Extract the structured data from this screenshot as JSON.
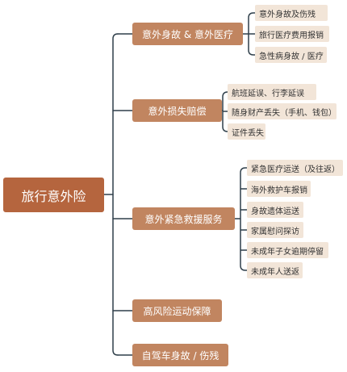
{
  "mindmap": {
    "root": {
      "label": "旅行意外险"
    },
    "branches": [
      {
        "label": "意外身故 & 意外医疗",
        "children": [
          "意外身故及伤残",
          "旅行医疗费用报销",
          "急性病身故 / 医疗"
        ]
      },
      {
        "label": "意外损失赔偿",
        "children": [
          "航班延误、行李延误",
          "随身财产丢失（手机、钱包）",
          "证件丢失"
        ]
      },
      {
        "label": "意外紧急救援服务",
        "children": [
          "紧急医疗运送（及往返）",
          "海外救护车报销",
          "身故遗体运送",
          "家属慰问探访",
          "未成年子女逾期停留",
          "未成年人送返"
        ]
      },
      {
        "label": "高风险运动保障",
        "children": []
      },
      {
        "label": "自驾车身故 / 伤残",
        "children": []
      }
    ]
  },
  "colors": {
    "root_fill": "#b5653e",
    "branch_fill": "#c18560",
    "leaf_fill": "#f2e5d8",
    "connector": "#2f3f4a"
  }
}
